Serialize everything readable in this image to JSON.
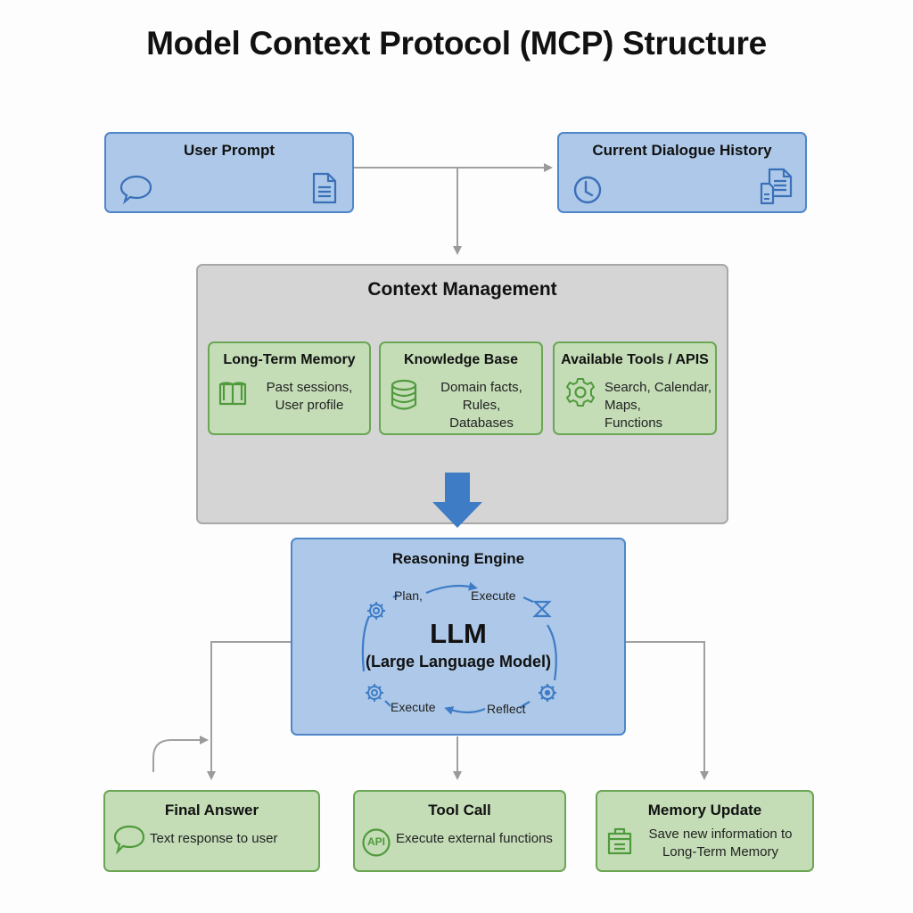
{
  "title": "Model Context Protocol (MCP) Structure",
  "inputs": {
    "user_prompt": {
      "title": "User Prompt",
      "icons": [
        "speech-bubble-icon",
        "document-icon"
      ]
    },
    "dialogue_history": {
      "title": "Current Dialogue History",
      "icons": [
        "clock-icon",
        "documents-icon"
      ]
    }
  },
  "context_management": {
    "title": "Context Management",
    "modules": [
      {
        "title": "Long-Term Memory",
        "icon": "book-icon",
        "lines": [
          "Past sessions,",
          "User profile"
        ]
      },
      {
        "title": "Knowledge Base",
        "icon": "database-icon",
        "lines": [
          "Domain facts, Rules,",
          "Databases"
        ]
      },
      {
        "title": "Available Tools / APIS",
        "icon": "gear-icon",
        "lines": [
          "Search, Calendar,",
          "Maps,",
          "Functions"
        ]
      }
    ]
  },
  "reasoning_engine": {
    "title": "Reasoning Engine",
    "core_title": "LLM",
    "core_subtitle": "(Large Language Model)",
    "cycle": [
      "Plan,",
      "Execute",
      "Reflect",
      "Execute"
    ]
  },
  "outputs": [
    {
      "title": "Final Answer",
      "icon": "speech-bubble-icon",
      "lines": [
        "Text response to user"
      ]
    },
    {
      "title": "Tool Call",
      "icon": "api-icon",
      "icon_label": "API",
      "lines": [
        "Execute external functions"
      ]
    },
    {
      "title": "Memory Update",
      "icon": "clipboard-icon",
      "lines": [
        "Save new information to",
        "Long-Term Memory"
      ]
    }
  ],
  "colors": {
    "input_fill": "#adc8e8",
    "input_border": "#4f86c9",
    "context_fill": "#d5d5d5",
    "module_fill": "#c4ddb7",
    "module_border": "#6aa654",
    "arrow_blue": "#3e7cc6",
    "connector_gray": "#a0a0a0"
  }
}
